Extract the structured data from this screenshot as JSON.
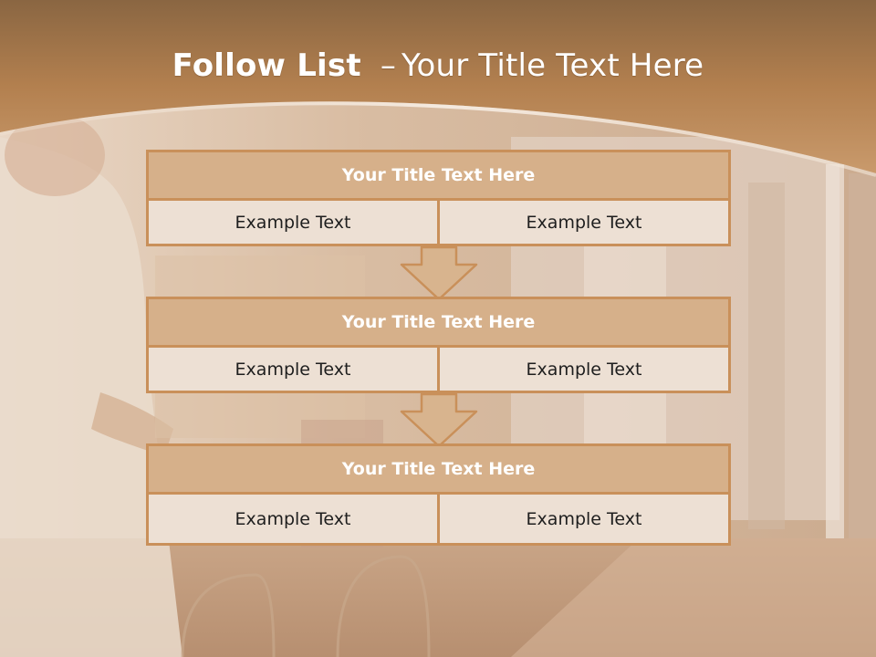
{
  "slide": {
    "title_bold": "Follow List",
    "title_separator": "–",
    "title_rest": "Your Title Text Here"
  },
  "blocks": [
    {
      "title": "Your Title Text Here",
      "left": "Example Text",
      "right": "Example Text"
    },
    {
      "title": "Your Title Text Here",
      "left": "Example Text",
      "right": "Example Text"
    },
    {
      "title": "Your Title Text Here",
      "left": "Example Text",
      "right": "Example Text"
    }
  ],
  "colors": {
    "header": "#b07a48",
    "block_title_fill": "#d6b08a",
    "block_border": "#c9905a",
    "cell_fill": "#ede0d4",
    "arrow_fill": "#d8b48e"
  },
  "icons": [
    "down-arrow-icon"
  ]
}
